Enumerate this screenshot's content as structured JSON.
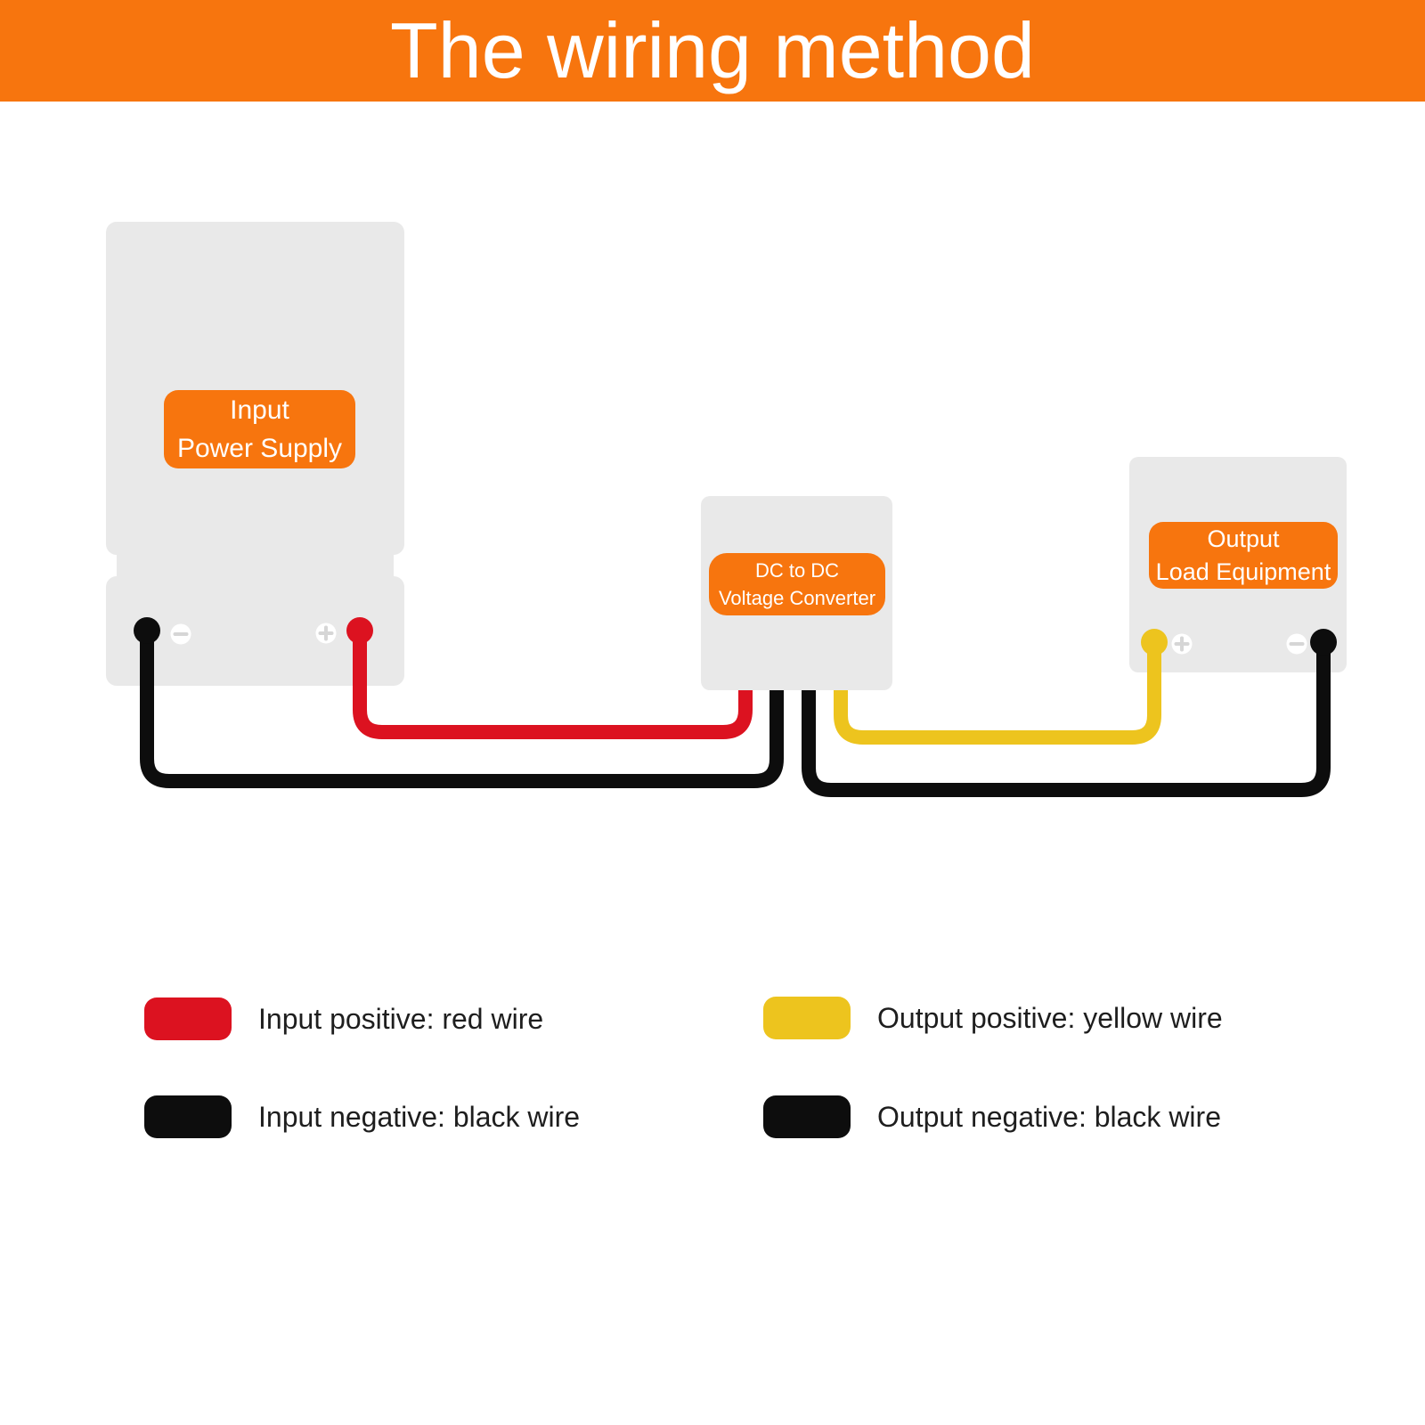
{
  "header": {
    "title": "The wiring method"
  },
  "colors": {
    "orange": "#F7750E",
    "box_gray": "#E9E9E9",
    "red": "#DC1220",
    "yellow": "#EDC41E",
    "black": "#0D0D0D",
    "white": "#FFFFFF",
    "symbol_gray": "#D6D6D6",
    "text": "#1E1E1E"
  },
  "diagram": {
    "input_box": {
      "line1": "Input",
      "line2": "Power Supply"
    },
    "converter_box": {
      "line1": "DC to DC",
      "line2": "Voltage Converter"
    },
    "load_box": {
      "line1": "Output",
      "line2": "Load Equipment"
    },
    "icons": {
      "plus": "+",
      "minus": "−"
    }
  },
  "legend": {
    "items": [
      {
        "color": "#DC1220",
        "label": "Input positive: red wire"
      },
      {
        "color": "#0D0D0D",
        "label": "Input negative: black wire"
      },
      {
        "color": "#EDC41E",
        "label": "Output positive: yellow wire"
      },
      {
        "color": "#0D0D0D",
        "label": "Output negative: black wire"
      }
    ]
  }
}
